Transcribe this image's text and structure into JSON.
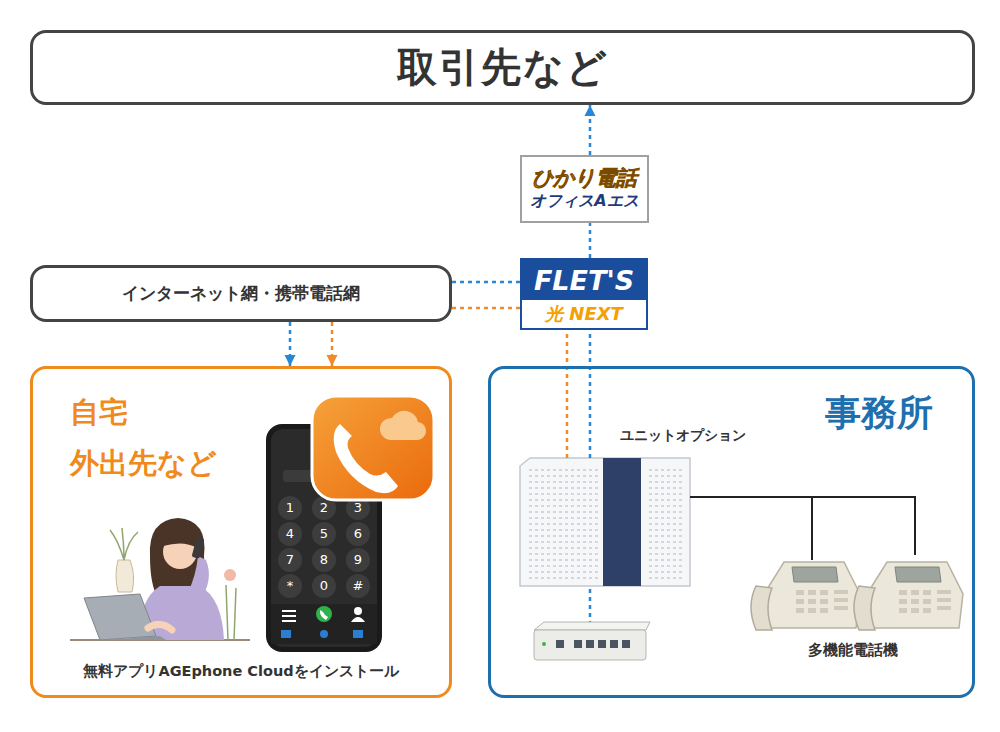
{
  "diagram": {
    "nodes": [
      {
        "text": [
          "取引先など"
        ]
      },
      {
        "text": [
          "ひかり電話",
          "オフィスAエス"
        ]
      },
      {
        "text": [
          "インターネット網・携帯電話網"
        ]
      },
      {
        "text": [
          "FLET'S",
          "光 NEXT"
        ]
      },
      {
        "text": [
          "自宅 外出先など",
          "無料アプリAGEphone Cloudをインストール"
        ]
      },
      {
        "text": [
          "事務所"
        ]
      },
      {
        "text": [
          "ユニットオプション"
        ],
        "in": 5
      },
      {
        "text": [
          "多機能電話機"
        ],
        "in": 5
      }
    ],
    "edges": [
      {
        "from": 1,
        "to": 0,
        "arrow": "to"
      },
      {
        "from": 3,
        "to": 1,
        "arrow": "none"
      },
      {
        "from": 6,
        "to": 3,
        "arrow": "none"
      },
      {
        "from": 6,
        "to": 3,
        "arrow": "none"
      },
      {
        "from": 3,
        "to": 2,
        "arrow": "none"
      },
      {
        "from": 3,
        "to": 2,
        "arrow": "none"
      },
      {
        "from": 2,
        "to": 4,
        "arrow": "to"
      },
      {
        "from": 2,
        "to": 4,
        "arrow": "to"
      },
      {
        "from": 6,
        "to": 7,
        "arrow": "none"
      }
    ],
    "labels": [
      "1",
      "2",
      "3",
      "4",
      "5",
      "6",
      "7",
      "8",
      "9",
      "*",
      "0",
      "#"
    ]
  }
}
